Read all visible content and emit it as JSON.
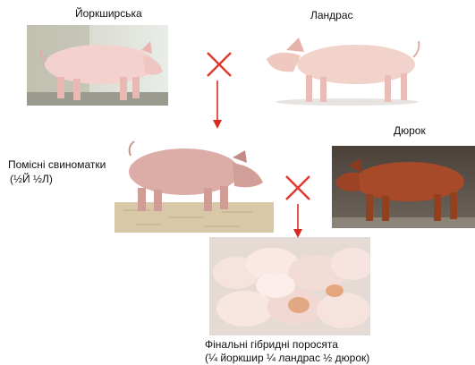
{
  "breeds": {
    "yorkshire": "Йоркширська",
    "landrace": "Ландрас",
    "duroc": "Дюрок"
  },
  "crossbred_sows": {
    "line1": "Помісні свиноматки",
    "line2": "(½Й ½Л)"
  },
  "final_piglets": {
    "line1": "Фінальні гібридні поросята",
    "line2": "(¼ йоркшир ¼ ландрас ½ дюрок)"
  },
  "colors": {
    "cross_mark": "#e03a2e",
    "arrow": "#d92b20",
    "pink_pig": "#f1c7c4",
    "red_pig": "#a4482a"
  }
}
